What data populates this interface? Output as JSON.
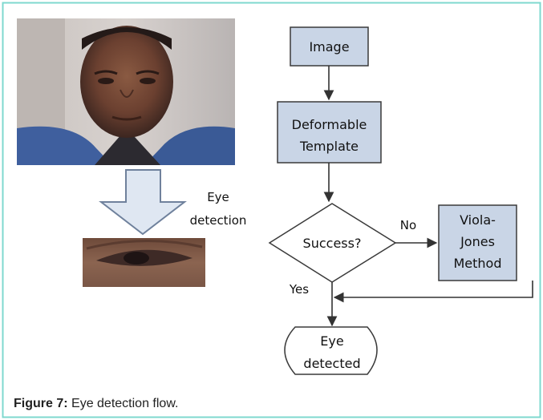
{
  "colors": {
    "frame_border": "#7fd8cf",
    "box_fill": "#c9d5e6",
    "box_stroke": "#3a3a3a",
    "arrow_stroke": "#333333",
    "down_arrow_fill": "#dfe7f2",
    "down_arrow_stroke": "#6f819c"
  },
  "flow": {
    "image_label": "Image",
    "deformable_line1": "Deformable",
    "deformable_line2": "Template",
    "decision_label": "Success?",
    "no_label": "No",
    "yes_label": "Yes",
    "viola_line1": "Viola-",
    "viola_line2": "Jones",
    "viola_line3": "Method",
    "result_line1": "Eye",
    "result_line2": "detected"
  },
  "left": {
    "step_line1": "Eye",
    "step_line2": "detection"
  },
  "caption": {
    "label": "Figure 7:",
    "text": "Eye detection flow."
  }
}
